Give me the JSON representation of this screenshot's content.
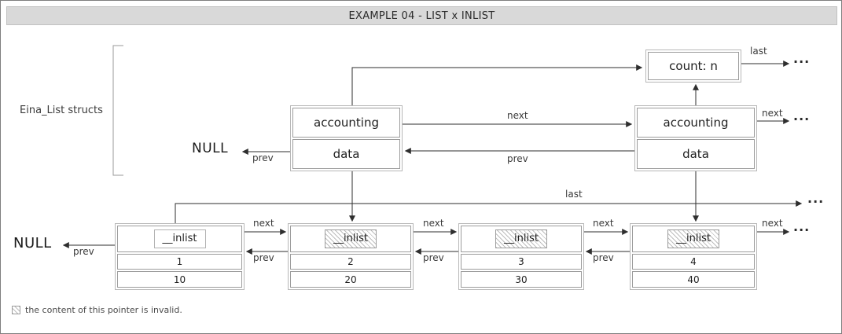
{
  "title": "EXAMPLE 04 - LIST x INLIST",
  "side_label": "Eina_List structs",
  "labels": {
    "next": "next",
    "prev": "prev",
    "last": "last",
    "null": "NULL",
    "ellipsis": "..."
  },
  "count_box": {
    "text": "count: n"
  },
  "list_nodes": [
    {
      "top": "accounting",
      "bottom": "data"
    },
    {
      "top": "accounting",
      "bottom": "data"
    }
  ],
  "inlist_nodes": [
    {
      "pointer": "__inlist",
      "pointer_invalid": false,
      "key": "1",
      "value": "10"
    },
    {
      "pointer": "__inlist",
      "pointer_invalid": true,
      "key": "2",
      "value": "20"
    },
    {
      "pointer": "__inlist",
      "pointer_invalid": true,
      "key": "3",
      "value": "30"
    },
    {
      "pointer": "__inlist",
      "pointer_invalid": true,
      "key": "4",
      "value": "40"
    }
  ],
  "legend": {
    "text": "the content of this pointer is invalid."
  }
}
